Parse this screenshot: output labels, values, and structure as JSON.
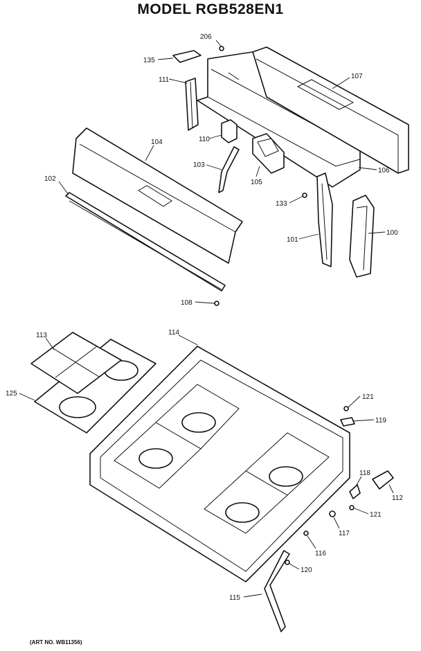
{
  "header": {
    "title": "MODEL RGB528EN1"
  },
  "footer": {
    "art_number": "(ART NO. WB11356)"
  },
  "callouts": [
    {
      "key": "c206",
      "label": "206"
    },
    {
      "key": "c135a",
      "label": "135"
    },
    {
      "key": "c107",
      "label": "107"
    },
    {
      "key": "c111",
      "label": "111"
    },
    {
      "key": "c110",
      "label": "110"
    },
    {
      "key": "c104",
      "label": "104"
    },
    {
      "key": "c103",
      "label": "103"
    },
    {
      "key": "c105",
      "label": "105"
    },
    {
      "key": "c106",
      "label": "106"
    },
    {
      "key": "c102",
      "label": "102"
    },
    {
      "key": "c133",
      "label": "133"
    },
    {
      "key": "c101",
      "label": "101"
    },
    {
      "key": "c100",
      "label": "100"
    },
    {
      "key": "c108",
      "label": "108"
    },
    {
      "key": "c113",
      "label": "113"
    },
    {
      "key": "c114",
      "label": "114"
    },
    {
      "key": "c125",
      "label": "125"
    },
    {
      "key": "c121a",
      "label": "121"
    },
    {
      "key": "c119",
      "label": "119"
    },
    {
      "key": "c118",
      "label": "118"
    },
    {
      "key": "c112",
      "label": "112"
    },
    {
      "key": "c121b",
      "label": "121"
    },
    {
      "key": "c117",
      "label": "117"
    },
    {
      "key": "c116",
      "label": "116"
    },
    {
      "key": "c120",
      "label": "120"
    },
    {
      "key": "c115",
      "label": "115"
    }
  ]
}
